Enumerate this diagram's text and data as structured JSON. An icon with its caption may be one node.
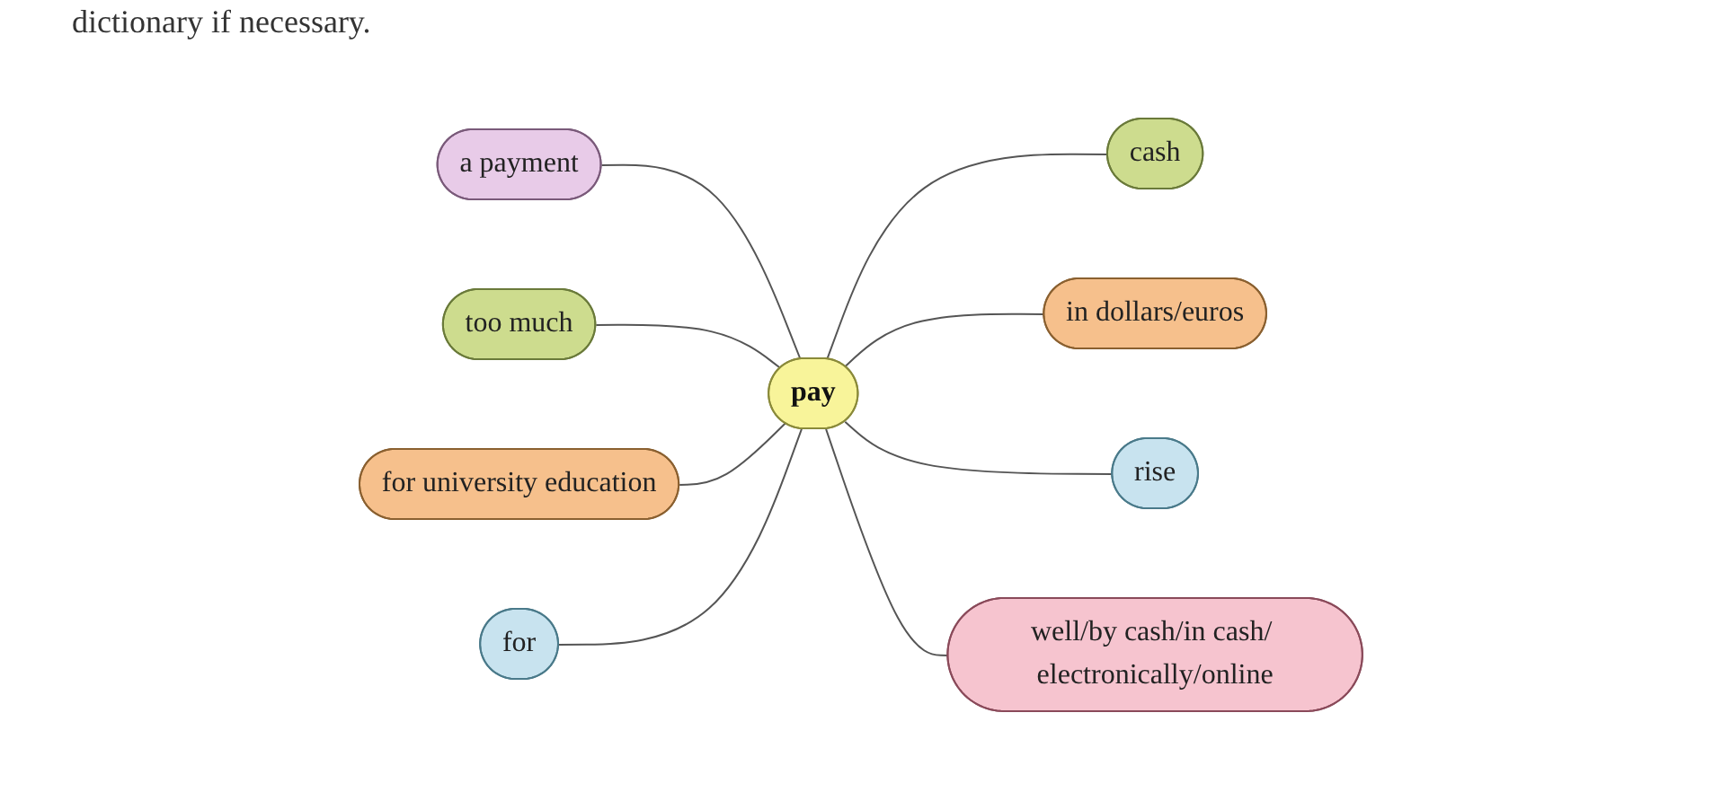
{
  "diagram": {
    "nodes": [
      {
        "text": [
          "a payment"
        ]
      },
      {
        "text": [
          "too much"
        ]
      },
      {
        "text": [
          "cash"
        ]
      },
      {
        "text": [
          "for university education"
        ]
      },
      {
        "text": [
          "pay"
        ]
      },
      {
        "text": [
          "in dollars/euros"
        ]
      },
      {
        "text": [
          "rise"
        ]
      },
      {
        "text": [
          "for"
        ]
      },
      {
        "text": [
          "well/by cash/in cash/ electronically/online"
        ]
      }
    ],
    "edges": [
      {
        "from": 0,
        "to": 4,
        "arrow": "none"
      },
      {
        "from": 1,
        "to": 4,
        "arrow": "none"
      },
      {
        "from": 4,
        "to": 2,
        "arrow": "none"
      },
      {
        "from": 3,
        "to": 4,
        "arrow": "none"
      },
      {
        "from": 4,
        "to": 5,
        "arrow": "none"
      },
      {
        "from": 4,
        "to": 6,
        "arrow": "none"
      },
      {
        "from": 7,
        "to": 4,
        "arrow": "none"
      },
      {
        "from": 4,
        "to": 8,
        "arrow": "none"
      }
    ],
    "labels": [
      "dictionary if necessary."
    ]
  }
}
